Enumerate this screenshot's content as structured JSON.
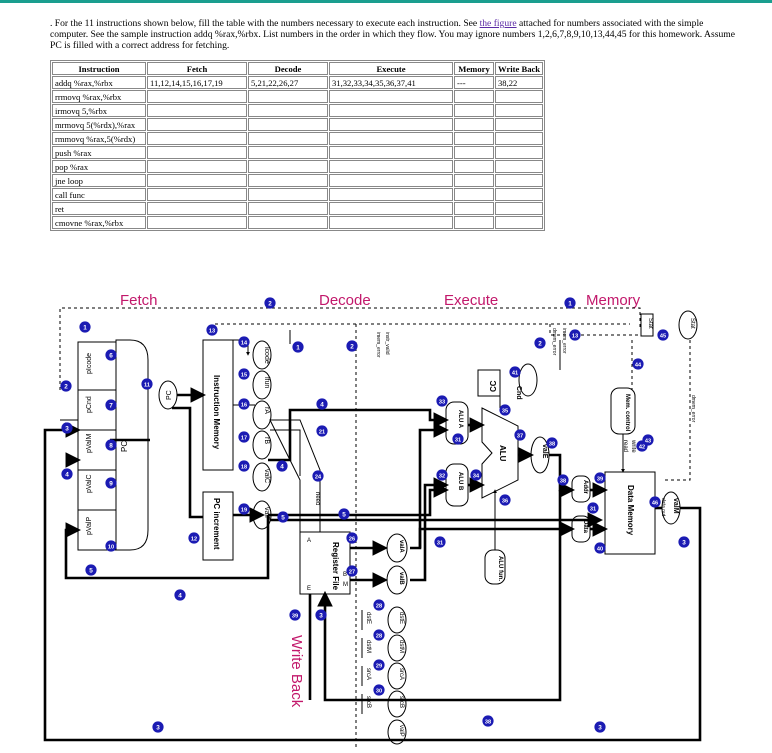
{
  "intro": {
    "line1a": ". For the 11 instructions shown below, fill the table with the numbers necessary to execute each instruction. See ",
    "link": "the figure",
    "line1b": " attached for numbers associated with the simple computer. See the sample instruction addq %rax,%rbx. List numbers in the order in which they flow. You may ignore numbers 1,2,6,7,8,9,10,13,44,45 for this homework. Assume PC is filled with a correct address for fetching."
  },
  "table": {
    "headers": [
      "Instruction",
      "Fetch",
      "Decode",
      "Execute",
      "Memory",
      "Write Back"
    ],
    "rows": [
      [
        "addq %rax,%rbx",
        "11,12,14,15,16,17,19",
        "5,21,22,26,27",
        "31,32,33,34,35,36,37,41",
        "---",
        "38,22"
      ],
      [
        "rrmovq %rax,%rbx",
        "",
        "",
        "",
        "",
        ""
      ],
      [
        "irmovq 5,%rbx",
        "",
        "",
        "",
        "",
        ""
      ],
      [
        "mrmovq 5(%rdx),%rax",
        "",
        "",
        "",
        "",
        ""
      ],
      [
        "rmmovq %rax,5(%rdx)",
        "",
        "",
        "",
        "",
        ""
      ],
      [
        "push %rax",
        "",
        "",
        "",
        "",
        ""
      ],
      [
        "pop %rax",
        "",
        "",
        "",
        "",
        ""
      ],
      [
        "jne loop",
        "",
        "",
        "",
        "",
        ""
      ],
      [
        "call func",
        "",
        "",
        "",
        "",
        ""
      ],
      [
        "ret",
        "",
        "",
        "",
        "",
        ""
      ],
      [
        "cmovne %rax,%rbx",
        "",
        "",
        "",
        "",
        ""
      ]
    ]
  },
  "stages": {
    "fetch": "Fetch",
    "decode": "Decode",
    "execute": "Execute",
    "memory": "Memory",
    "writeback": "Write Back"
  },
  "blocks": {
    "pc_reg": "PC",
    "pc_mux": "PC",
    "pipe_regs": [
      "pIcode",
      "pCnd",
      "pValM",
      "pValC",
      "pValP"
    ],
    "instr_mem": "Instruction Memory",
    "pc_inc": "PC increment",
    "fields": [
      "icode",
      "ifun",
      "rA",
      "rB",
      "valC",
      "valP"
    ],
    "reg_file": "Register File",
    "reg_ports": [
      "A",
      "B",
      "M",
      "E"
    ],
    "cc": "CC",
    "cnd": "Cnd",
    "alu": "ALU",
    "alu_a": "ALU A",
    "alu_b": "ALU B",
    "alu_fun": "ALU fun.",
    "valE": "valE",
    "mem_control": "Mem. control",
    "data_mem": "Data Memory",
    "addr": "Addr",
    "data": "Data",
    "valM": "valM",
    "stat": "Stat",
    "stat_out": "Stat",
    "read": "read",
    "write": "write",
    "data_out": "data out",
    "dmem_error": "dmem_error",
    "imem_error": "imem_error",
    "instr_valid": "instr_valid",
    "need": "need",
    "imem_err_v": "imem_error",
    "vals": [
      "valA",
      "valB"
    ],
    "dsts": [
      "dstE",
      "dstM",
      "srcA",
      "srcB"
    ],
    "dsts2": [
      "dstE",
      "dstM",
      "srcA",
      "srcB"
    ],
    "valP2": "valP"
  },
  "colors": {
    "accent": "#1a9e8f",
    "stage": "#c2186b",
    "marker": "#1b1bb3",
    "link": "#5b2aa5"
  }
}
